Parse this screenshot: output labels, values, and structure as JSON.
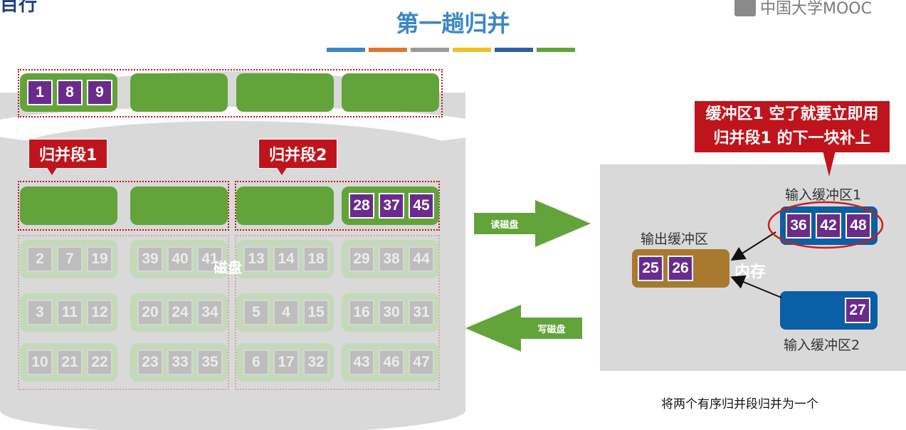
{
  "corner_text": "目行",
  "logo_text": "中国大学MOOC",
  "title": "第一趟归并",
  "color_bar": [
    "#3a86c8",
    "#e0762a",
    "#9b9b9b",
    "#f2c02a",
    "#2d5ea8",
    "#62a33a"
  ],
  "disk_label": "磁盘",
  "callouts": {
    "seg1": "归并段1",
    "seg2": "归并段2"
  },
  "rows": [
    [
      [
        "1",
        "8",
        "9"
      ],
      [],
      [],
      []
    ],
    [
      [],
      [],
      [],
      [
        "28",
        "37",
        "45"
      ]
    ],
    [
      [
        "2",
        "7",
        "19"
      ],
      [
        "39",
        "40",
        "41"
      ],
      [
        "13",
        "14",
        "18"
      ],
      [
        "29",
        "38",
        "44"
      ]
    ],
    [
      [
        "3",
        "11",
        "12"
      ],
      [
        "20",
        "24",
        "34"
      ],
      [
        "5",
        "4",
        "15"
      ],
      [
        "16",
        "30",
        "31"
      ]
    ],
    [
      [
        "10",
        "21",
        "22"
      ],
      [
        "23",
        "33",
        "35"
      ],
      [
        "6",
        "17",
        "32"
      ],
      [
        "43",
        "46",
        "47"
      ]
    ]
  ],
  "arrows": {
    "read": "读磁盘",
    "write": "写磁盘"
  },
  "memory": {
    "label": "内存",
    "input1_label": "输入缓冲区1",
    "input1_values": [
      "36",
      "42",
      "48"
    ],
    "input2_label": "输入缓冲区2",
    "input2_values": [
      "27"
    ],
    "output_label": "输出缓冲区",
    "output_values": [
      "25",
      "26"
    ]
  },
  "note": {
    "line1": "缓冲区1 空了就要立即用",
    "line2": "归并段1 的下一块补上"
  },
  "footer": "将两个有序归并段归并为一个"
}
